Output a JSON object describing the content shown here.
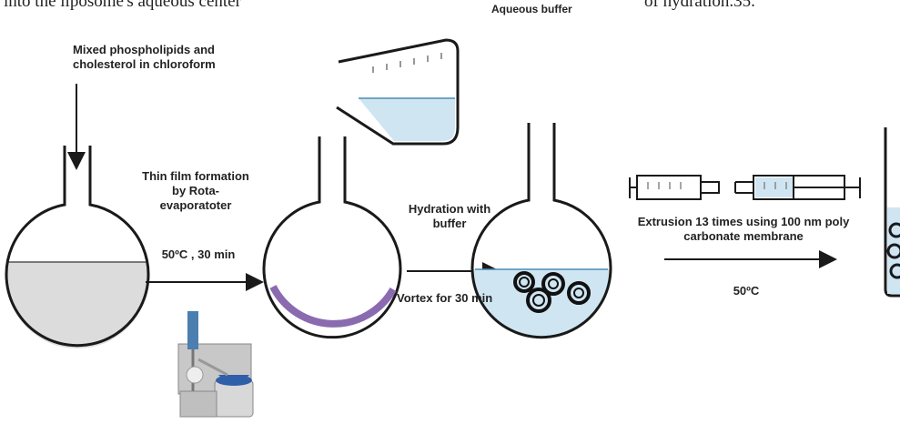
{
  "header_text": {
    "left_fragment": "into  the  liposome's  aqueous  center",
    "right_fragment": "of hydration.35."
  },
  "labels": {
    "input": [
      "Mixed phospholipids and",
      "cholesterol in chloroform"
    ],
    "aqueous_buffer": "Aqueous buffer",
    "thin_film": [
      "Thin film formation",
      "by Rota-",
      "evaporatoter"
    ],
    "thin_film_conditions": "50ºC , 30 min",
    "hydration": [
      "Hydration with",
      "buffer"
    ],
    "vortex": "Vortex for 30 min",
    "extrusion": [
      "Extrusion 13 times using 100 nm poly",
      "carbonate membrane"
    ],
    "extrusion_temp": "50ºC"
  },
  "colors": {
    "chloroform_fill": "#dcdcdc",
    "buffer_fill": "#cfe6f2",
    "lipid_film": "#8a6bb0",
    "outline": "#1a1a1a",
    "vesicle": "#111111"
  },
  "icons": [
    "round-bottom-flask-icon",
    "conical-flask-icon",
    "syringe-icon",
    "rotary-evaporator-icon",
    "test-tube-icon"
  ]
}
